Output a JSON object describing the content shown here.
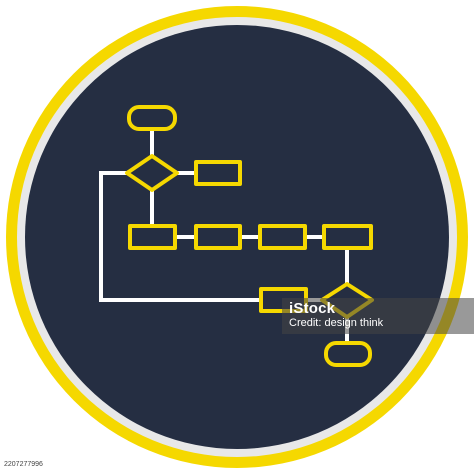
{
  "colors": {
    "ring_yellow": "#f5d800",
    "ring_gray": "#e8e8e8",
    "background_dark": "#252e42",
    "flow_yellow": "#f5d800",
    "connector_white": "#ffffff"
  },
  "icon": {
    "name": "flowchart-icon",
    "shapes": [
      "terminator",
      "decision",
      "process",
      "process",
      "process",
      "process",
      "process",
      "process",
      "decision",
      "terminator"
    ]
  },
  "watermark": {
    "logo": "iStock",
    "credit": "Credit: design think"
  },
  "image_id": "2207277996"
}
